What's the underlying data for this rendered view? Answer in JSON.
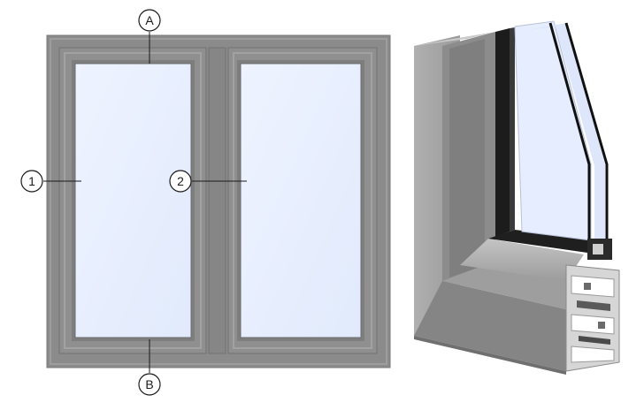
{
  "callouts": {
    "A": "A",
    "B": "B",
    "one": "1",
    "two": "2"
  },
  "colors": {
    "frame": "#8a8a8a",
    "frame_light": "#9a9a9a",
    "frame_dark": "#6f6f6f",
    "glass": "#e8f0ff",
    "profile_face": "#8c8c8c",
    "profile_side": "#a3a3a3",
    "seal": "#1c1c1c",
    "glass_tint": "#dfe7fb"
  },
  "icons": {
    "window_elevation": "double-casement-window-icon",
    "profile_section": "aluminium-frame-corner-section-icon"
  }
}
